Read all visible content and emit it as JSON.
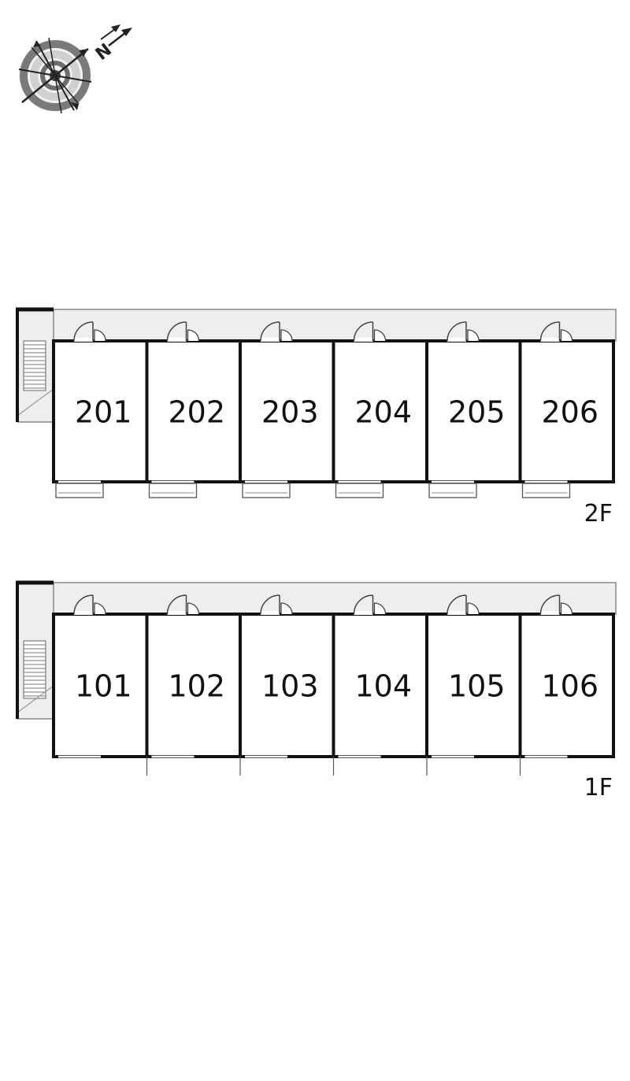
{
  "compass": {
    "north_label": "N",
    "icon": "compass-rose-icon"
  },
  "floors": [
    {
      "id": "2F",
      "label": "2F",
      "units": [
        "201",
        "202",
        "203",
        "204",
        "205",
        "206"
      ]
    },
    {
      "id": "1F",
      "label": "1F",
      "units": [
        "101",
        "102",
        "103",
        "104",
        "105",
        "106"
      ]
    }
  ],
  "colors": {
    "wall": "#111111",
    "corridor_fill": "#eeeeee",
    "corridor_stroke": "#888888",
    "compass_ring_dark": "#777777",
    "compass_ring_light": "#cfcfcf"
  }
}
